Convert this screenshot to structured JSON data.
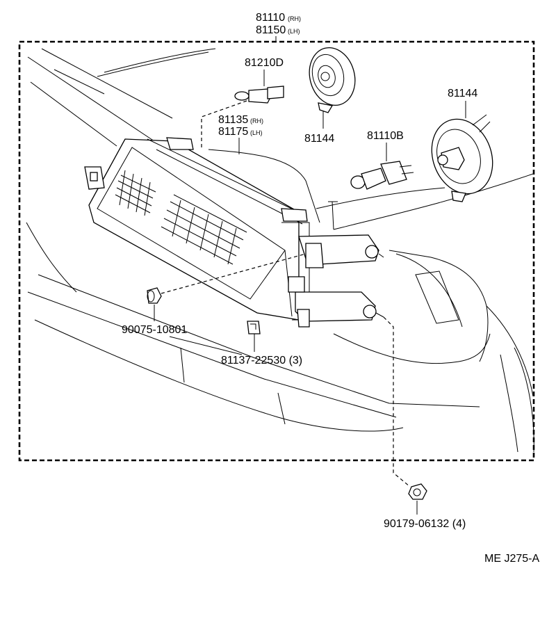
{
  "assembly": {
    "part_rh": "81110",
    "tag_rh": "(RH)",
    "part_lh": "81150",
    "tag_lh": "(LH)"
  },
  "parts": {
    "bulb_small": "81210D",
    "unit_rh": "81135",
    "unit_rh_tag": "(RH)",
    "unit_lh": "81175",
    "unit_lh_tag": "(LH)",
    "socket_cover_a": "81144",
    "socket_cover_b": "81144",
    "bulb_main": "81110B",
    "grommet": "90075-10801",
    "clip": "81137-22530 (3)",
    "nut": "90179-06132 (4)"
  },
  "figure_code": "ME J275-A"
}
